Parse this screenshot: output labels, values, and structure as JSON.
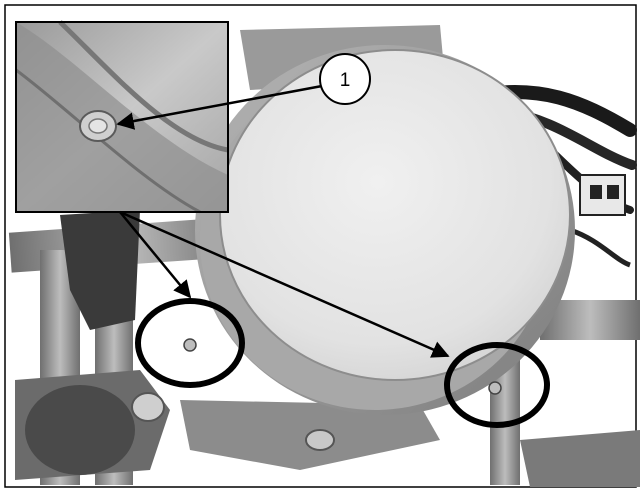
{
  "figure": {
    "callout_number": "1",
    "colors": {
      "frame": "#000000",
      "drum_face": "#e6e6e6",
      "drum_rim": "#9a9a9a",
      "background": "#ffffff",
      "structure": "#8a8a8a",
      "cables": "#1a1a1a"
    },
    "icons": [
      "inset-detail",
      "callout-circle",
      "leader-arrow",
      "highlight-ellipse"
    ]
  }
}
